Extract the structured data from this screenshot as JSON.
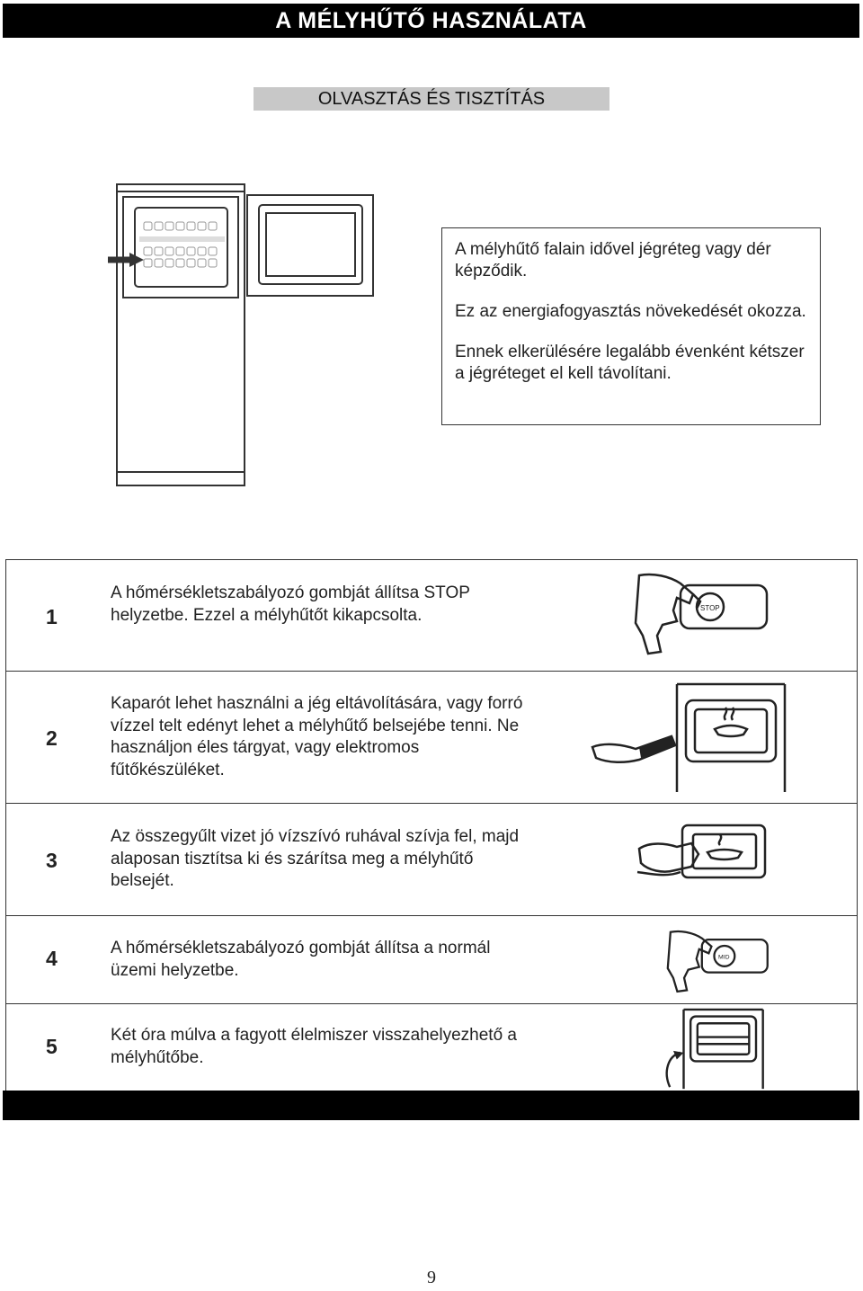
{
  "header": {
    "title": "A MÉLYHŰTŐ HASZNÁLATA"
  },
  "section": {
    "title": "OLVASZTÁS ÉS TISZTÍTÁS"
  },
  "info": {
    "paragraphs": [
      "A mélyhűtő falain idővel jégréteg vagy dér képződik.",
      "Ez az energiafogyasztás növekedését okozza.",
      "Ennek elkerülésére legalább évenként kétszer a jégréteget el kell távolítani."
    ]
  },
  "illustration_labels": {
    "stop_dial": "STOP",
    "mid_dial": "MID"
  },
  "steps": [
    {
      "number": "1",
      "text": "A hőmérsékletszabályozó gombját állítsa STOP helyzetbe. Ezzel a mélyhűtőt kikapcsolta."
    },
    {
      "number": "2",
      "text": "Kaparót lehet használni a jég eltávolítására, vagy forró vízzel telt edényt lehet a mélyhűtő belsejébe tenni. Ne használjon éles tárgyat, vagy elektromos fűtőkészüléket."
    },
    {
      "number": "3",
      "text": "Az összegyűlt vizet jó vízszívó ruhával szívja fel, majd alaposan tisztítsa ki és szárítsa meg a mélyhűtő belsejét."
    },
    {
      "number": "4",
      "text": "A hőmérsékletszabályozó gombját állítsa a normál üzemi helyzetbe."
    },
    {
      "number": "5",
      "text": "Két óra múlva a fagyott élelmiszer visszahelyezhető a mélyhűtőbe."
    }
  ],
  "page": {
    "number": "9"
  }
}
